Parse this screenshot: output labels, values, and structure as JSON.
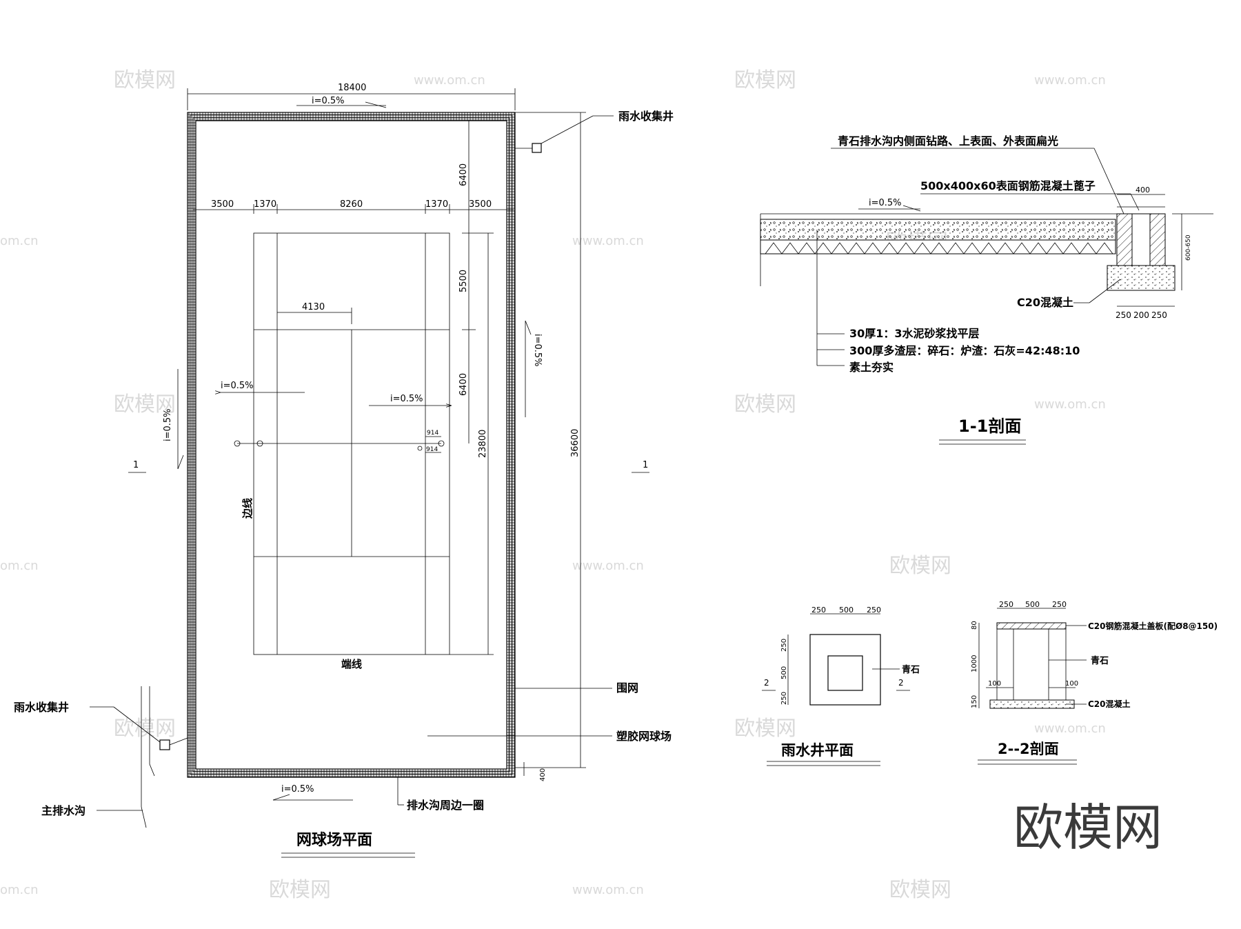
{
  "watermark": {
    "logo_text": "欧模网",
    "url_text": "www.om.cn",
    "partial_url_text": "om.cn",
    "big_logo_text": "欧模网"
  },
  "plan": {
    "title": "网球场平面",
    "dim_total_width": "18400",
    "dim_total_length": "36600",
    "dim_runoff_top": "6400",
    "dim_service_half": "5500",
    "dim_service_depth": "6400",
    "dim_court_length": "23800",
    "dim_row": [
      "3500",
      "1370",
      "8260",
      "1370",
      "3500"
    ],
    "dim_center_service": "4130",
    "dim_post_a": "914",
    "dim_post_b": "914",
    "dim_drain_width": "400",
    "slope_top": "i=0.5%",
    "slope_bottom": "i=0.5%",
    "slope_left": "i=0.5%",
    "slope_right": "i=0.5%",
    "slope_inner_left": "i=0.5%",
    "slope_inner_right": "i=0.5%",
    "label_sideline": "边线",
    "label_baseline": "端线",
    "label_rain_well_top": "雨水收集井",
    "label_rain_well_left": "雨水收集井",
    "label_main_ditch": "主排水沟",
    "label_fence": "围网",
    "label_court_surface": "塑胶网球场",
    "label_drain_loop": "排水沟周边一圈",
    "section_mark": "1"
  },
  "section11": {
    "title": "1-1剖面",
    "note_top": "青石排水沟内侧面钻路、上表面、外表面扁光",
    "note_grate": "500x400x60表面钢筋混凝土蓖子",
    "dim_400": "400",
    "slope": "i=0.5%",
    "dim_depth": "600-650",
    "label_c20": "C20混凝土",
    "dims_bottom": [
      "250",
      "200",
      "250"
    ],
    "layer_1": "30厚1：3水泥砂浆找平层",
    "layer_2": "300厚多渣层：碎石：炉渣：石灰=42:48:10",
    "layer_3": "素土夯实"
  },
  "well_plan": {
    "title": "雨水井平面",
    "dims_top": [
      "250",
      "500",
      "250"
    ],
    "dims_left": [
      "250",
      "500",
      "250"
    ],
    "label_stone": "青石",
    "section_mark": "2"
  },
  "section22": {
    "title": "2--2剖面",
    "dims_top": [
      "250",
      "500",
      "250"
    ],
    "label_cover": "C20钢筋混凝土盖板(配Ø8@150)",
    "label_stone": "青石",
    "label_c20": "C20混凝土",
    "dim_cover": "80",
    "dim_height": "1000",
    "dim_base": "150",
    "dim_in_left": "100",
    "dim_in_right": "100"
  }
}
